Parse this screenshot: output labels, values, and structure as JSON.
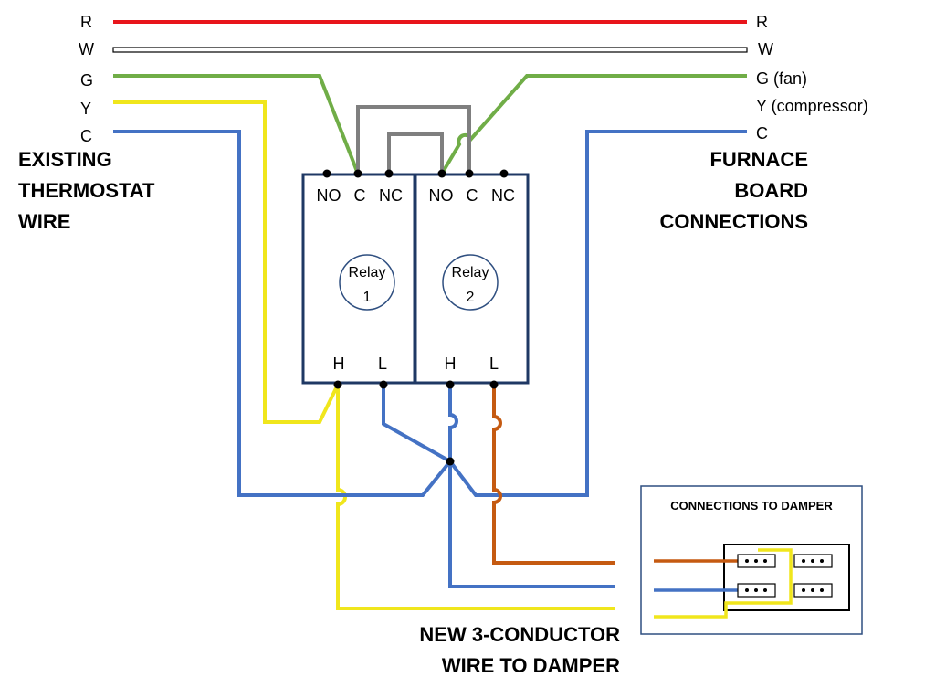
{
  "thermostat_wire_labels": [
    "R",
    "W",
    "G",
    "Y",
    "C"
  ],
  "furnace_wire_labels": [
    "R",
    "W",
    "G (fan)",
    "Y (compressor)",
    "C"
  ],
  "heading_existing": [
    "EXISTING",
    "THERMOSTAT",
    "WIRE"
  ],
  "heading_furnace": [
    "FURNACE",
    "BOARD",
    "CONNECTIONS"
  ],
  "heading_new_wire": [
    "NEW 3-CONDUCTOR",
    "WIRE TO DAMPER"
  ],
  "relay1": {
    "name": "Relay",
    "number": "1",
    "top_terminals": [
      "NO",
      "C",
      "NC"
    ],
    "bottom_terminals": [
      "H",
      "L"
    ]
  },
  "relay2": {
    "name": "Relay",
    "number": "2",
    "top_terminals": [
      "NO",
      "C",
      "NC"
    ],
    "bottom_terminals": [
      "H",
      "L"
    ]
  },
  "damper_box_title": "CONNECTIONS TO DAMPER",
  "colors": {
    "red": "#e8151b",
    "green": "#70ad47",
    "yellow": "#f0e61c",
    "blue": "#4472c4",
    "orange": "#c55a11",
    "gray": "#7f7f7f",
    "box_border": "#2f4f80",
    "relay_border": "#1f3864"
  }
}
